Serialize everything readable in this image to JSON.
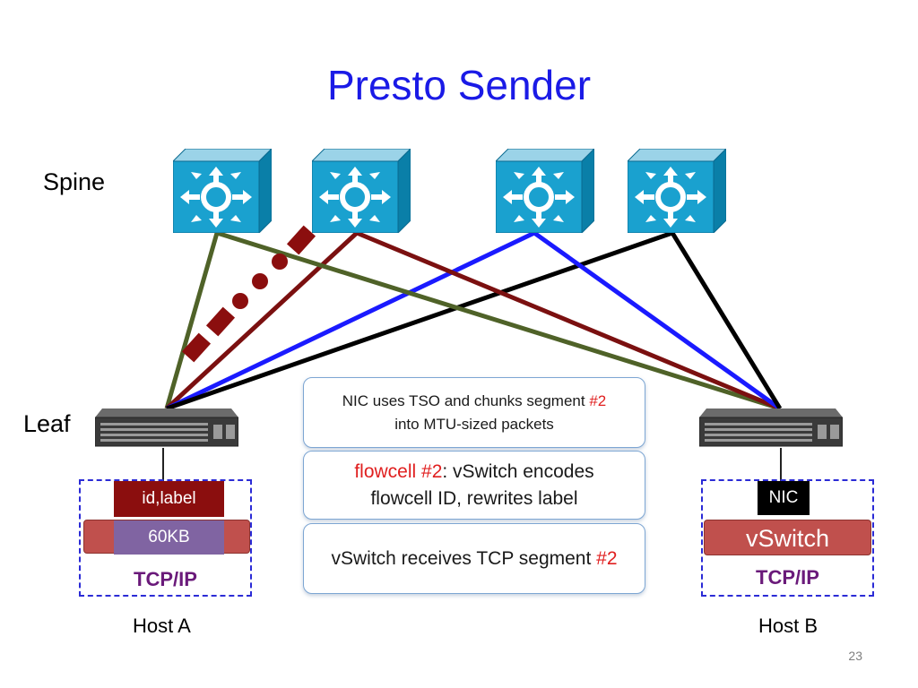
{
  "title": "Presto Sender",
  "labels": {
    "spine": "Spine",
    "leaf": "Leaf"
  },
  "hosts": {
    "a": {
      "label": "Host A",
      "chip_top": "id,label",
      "chip_bottom": "60KB",
      "stack": "TCP/IP"
    },
    "b": {
      "label": "Host B",
      "nic": "NIC",
      "vswitch": "vSwitch",
      "stack": "TCP/IP"
    }
  },
  "steps": [
    {
      "pre": "NIC uses TSO and chunks segment ",
      "hl": "#2",
      "post": "",
      "line2": "into MTU-sized packets"
    },
    {
      "hl_first": "flowcell #2",
      "post": ": vSwitch encodes",
      "line2": "flowcell ID, rewrites label"
    },
    {
      "pre": "vSwitch receives TCP segment ",
      "hl": "#2",
      "post": ""
    }
  ],
  "page_number": "23",
  "colors": {
    "title": "#1a1ae6",
    "link_green": "#4f6228",
    "link_darkred": "#7b1010",
    "link_blue": "#1a1aff",
    "link_black": "#000000",
    "packet": "#8b0e0e",
    "highlight": "#e01f1f",
    "band": "#c0504d"
  },
  "icons": {
    "spine_switch": "router-icon",
    "leaf_switch": "switch-icon"
  }
}
